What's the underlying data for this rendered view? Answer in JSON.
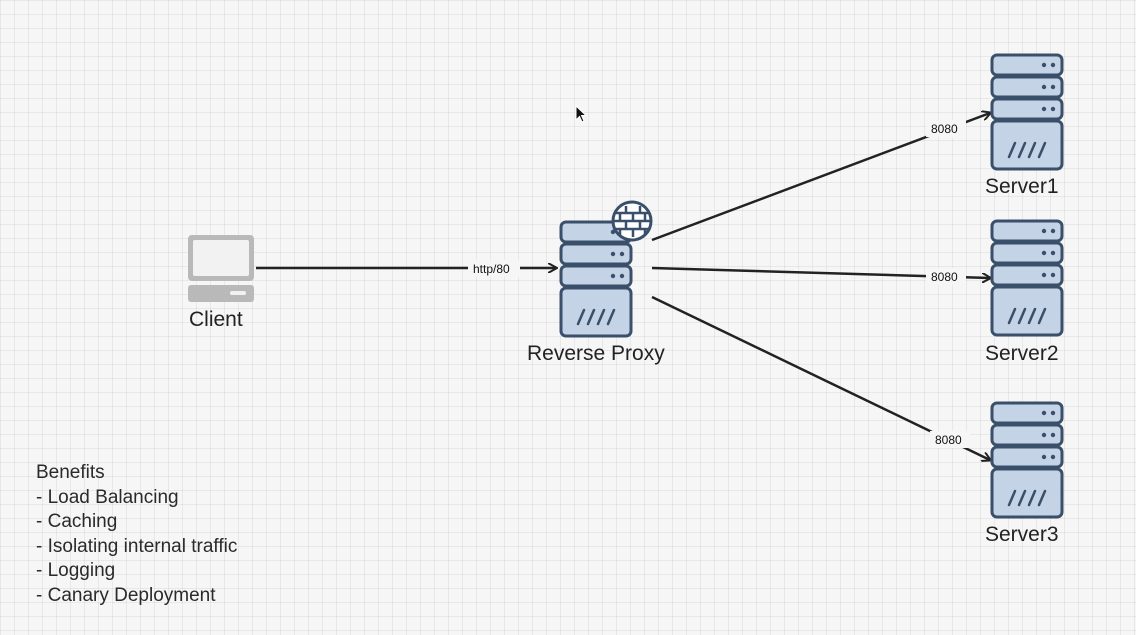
{
  "nodes": {
    "client": "Client",
    "proxy": "Reverse Proxy",
    "server1": "Server1",
    "server2": "Server2",
    "server3": "Server3"
  },
  "edges": {
    "client_to_proxy": "http/80",
    "proxy_to_server1": "8080",
    "proxy_to_server2": "8080",
    "proxy_to_server3": "8080"
  },
  "benefits": {
    "title": "Benefits",
    "items": [
      "- Load Balancing",
      "- Caching",
      "- Isolating internal traffic",
      "- Logging",
      "- Canary Deployment"
    ]
  },
  "colors": {
    "server_fill": "#c4d3e6",
    "server_stroke": "#3a4f6a",
    "line": "#222222",
    "laptop_body": "#b9b9b9",
    "laptop_screen": "#f2f2f2"
  },
  "icons": {
    "client": "laptop-icon",
    "proxy": "server-rack-icon",
    "firewall": "firewall-icon",
    "server": "server-rack-icon",
    "cursor": "mouse-cursor-icon"
  }
}
